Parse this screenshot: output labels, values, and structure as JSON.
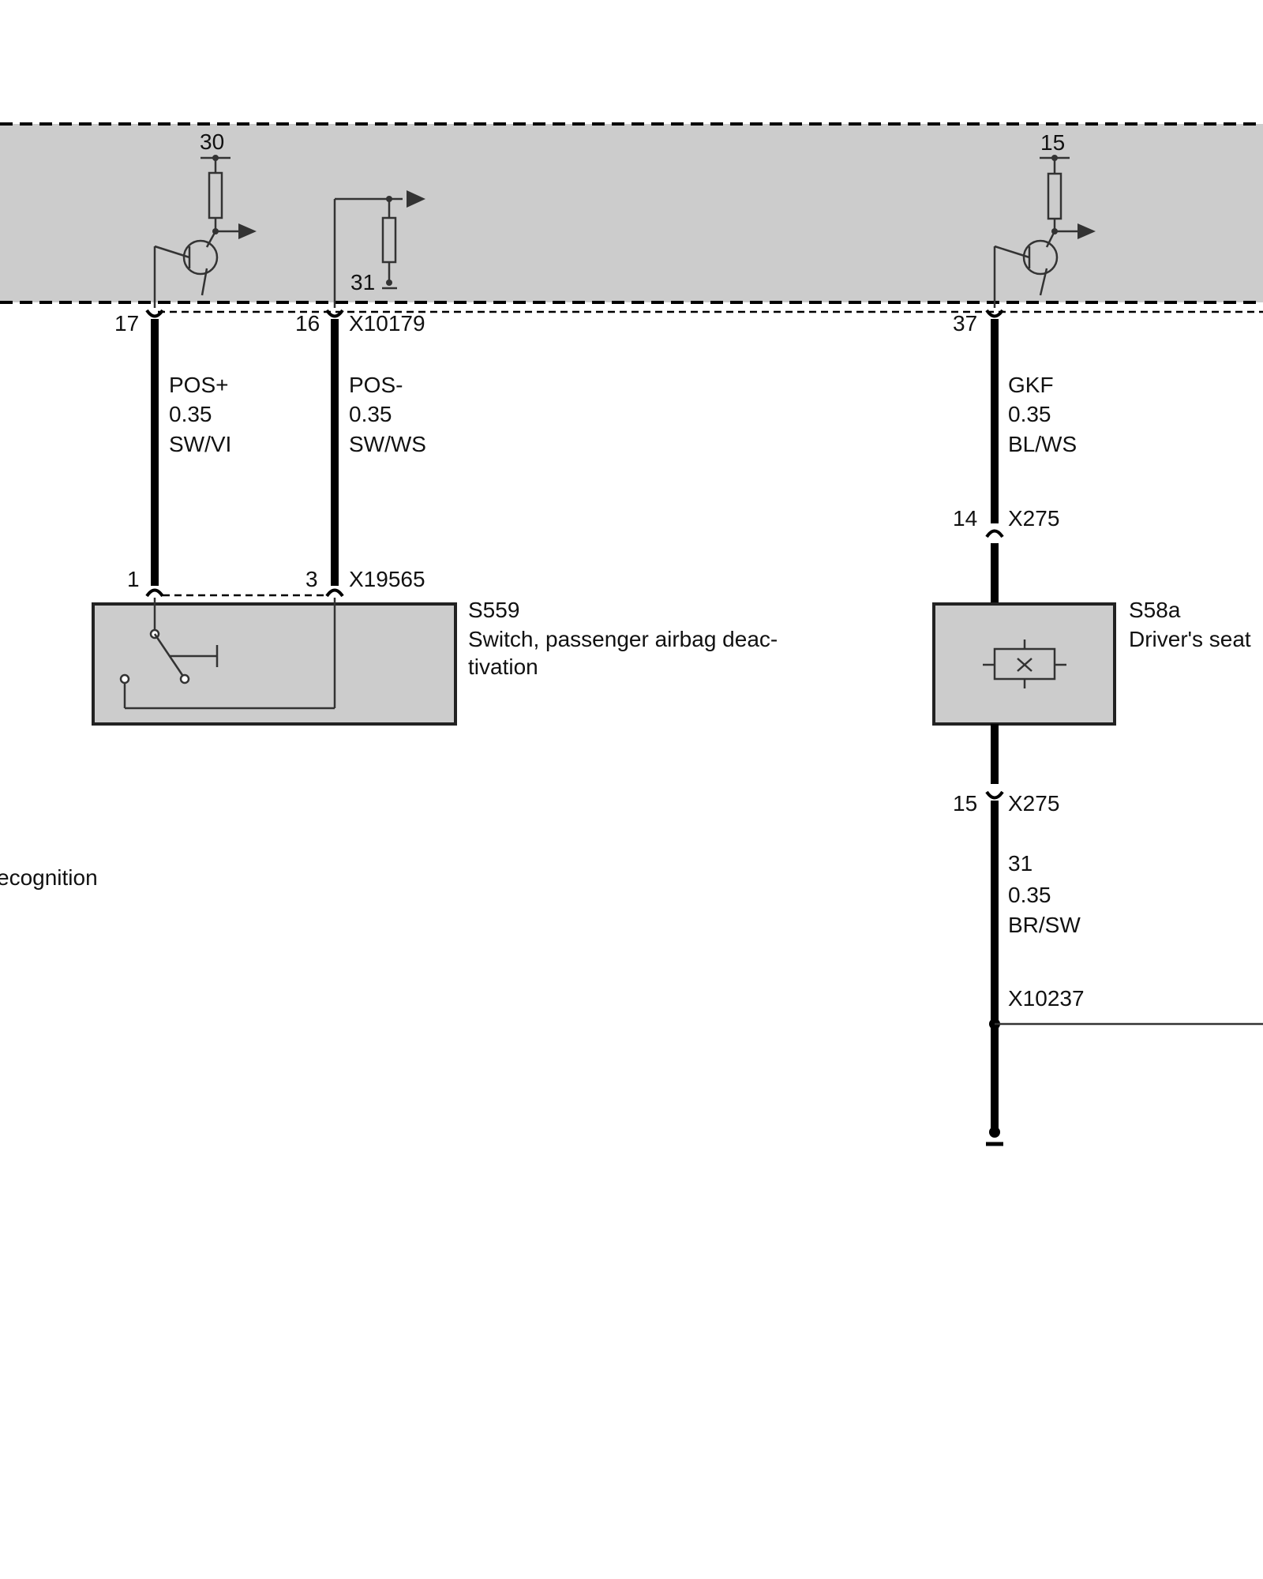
{
  "colors": {
    "module_fill": "#cccccc",
    "wire": "#000000",
    "background": "#ffffff"
  },
  "module": {
    "supply_terminal_left": "30",
    "supply_terminal_right": "15",
    "ground_terminal": "31",
    "connector": "X10179"
  },
  "wires": {
    "pos_plus": {
      "pin_module": "17",
      "signal": "POS+",
      "size": "0.35",
      "color": "SW/VI"
    },
    "pos_minus": {
      "pin_module": "16",
      "signal": "POS-",
      "size": "0.35",
      "color": "SW/WS"
    },
    "gkf": {
      "pin_module": "37",
      "signal": "GKF",
      "size": "0.35",
      "color": "BL/WS"
    },
    "ground": {
      "signal": "31",
      "size": "0.35",
      "color": "BR/SW"
    }
  },
  "connectors": {
    "switch_connector": {
      "id": "X19565",
      "pin_a": "1",
      "pin_b": "3"
    },
    "x275_upper": {
      "id": "X275",
      "pin": "14"
    },
    "x275_lower": {
      "id": "X275",
      "pin": "15"
    },
    "splice": {
      "id": "X10237"
    }
  },
  "components": {
    "switch": {
      "id": "S559",
      "name_line1": "Switch, passenger airbag deac-",
      "name_line2": "tivation"
    },
    "seat": {
      "id": "S58a",
      "name_line1": "Driver's seat"
    }
  },
  "cut_text": {
    "left_partial": "ecognition"
  }
}
